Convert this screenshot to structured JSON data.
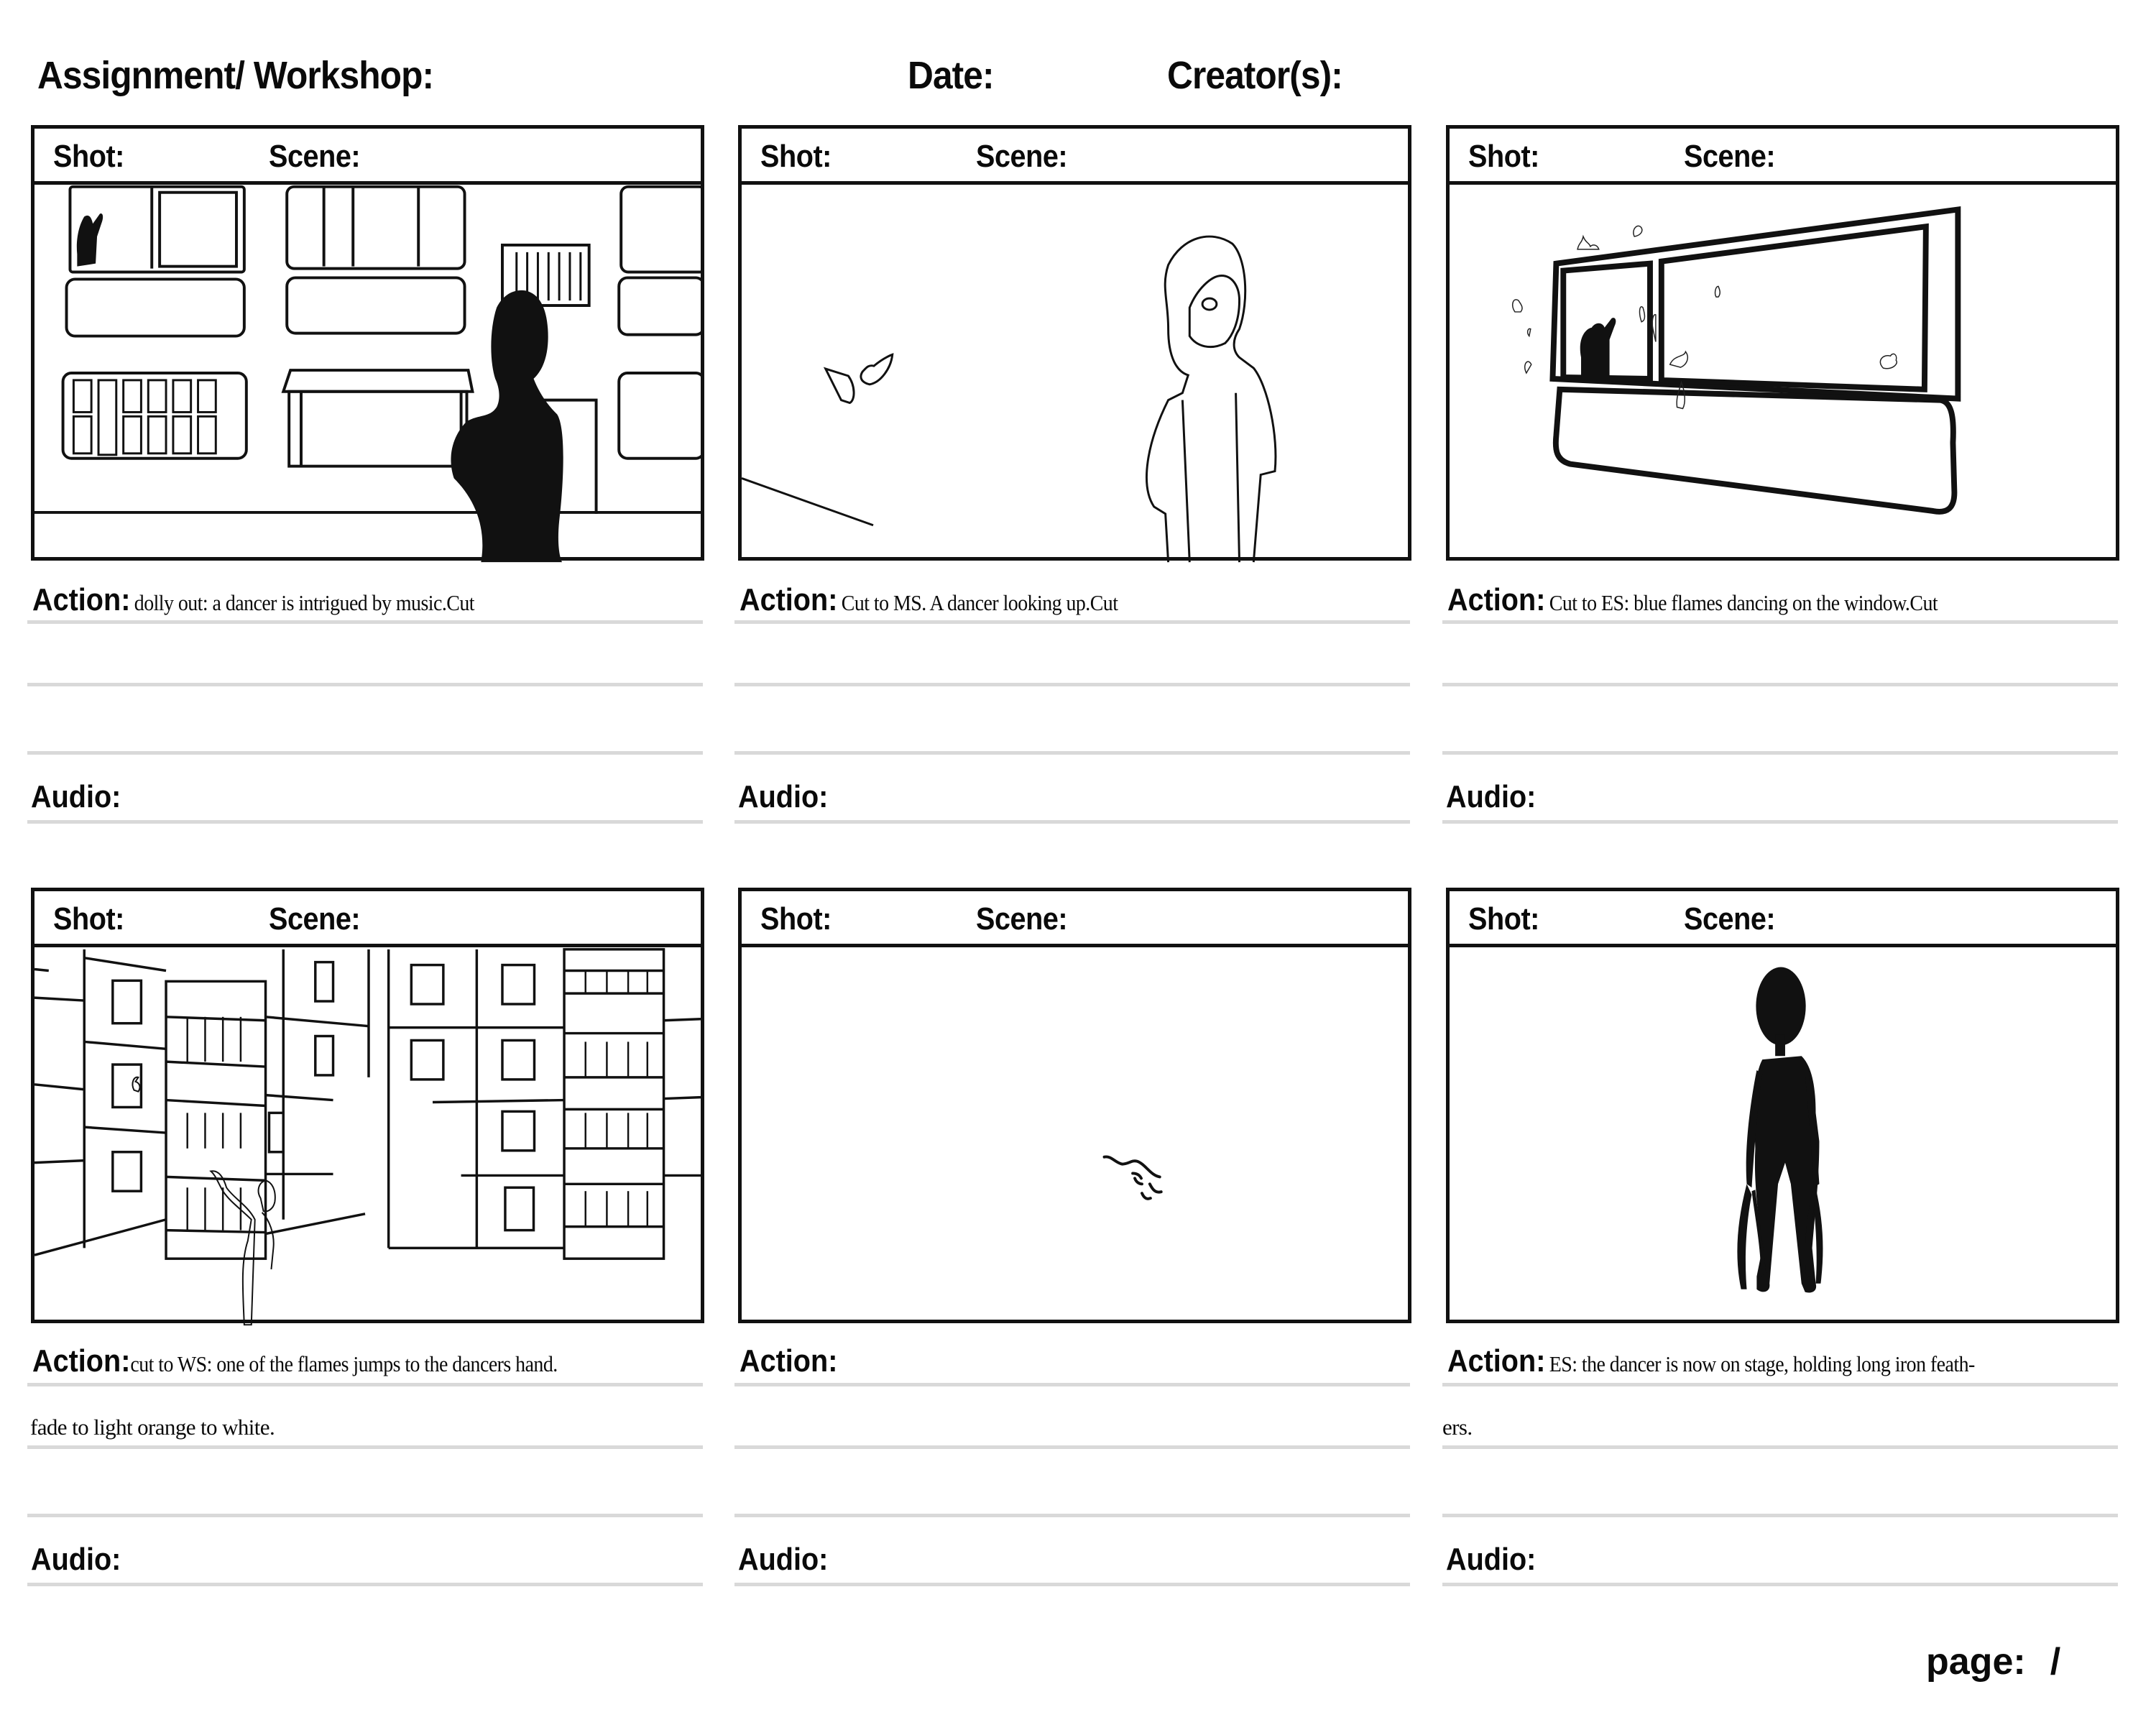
{
  "header": {
    "assignment_label": "Assignment/ Workshop:",
    "date_label": "Date:",
    "creators_label": "Creator(s):"
  },
  "panels": [
    {
      "shot_label": "Shot:",
      "scene_label": "Scene:",
      "illustration": "apartment-facade-with-dancer-silhouette",
      "action_label": "Action:",
      "action_text": "dolly out: a dancer is intrigued by music.Cut",
      "action_text_line2": "",
      "audio_label": "Audio:"
    },
    {
      "shot_label": "Shot:",
      "scene_label": "Scene:",
      "illustration": "dancer-with-backpack-and-birds",
      "action_label": "Action:",
      "action_text": "Cut to MS. A dancer looking up.Cut",
      "action_text_line2": "",
      "audio_label": "Audio:"
    },
    {
      "shot_label": "Shot:",
      "scene_label": "Scene:",
      "illustration": "window-with-blue-flames",
      "action_label": "Action:",
      "action_text": "Cut to ES: blue flames dancing on the window.Cut",
      "action_text_line2": "",
      "audio_label": "Audio:"
    },
    {
      "shot_label": "Shot:",
      "scene_label": "Scene:",
      "illustration": "courtyard-buildings-dancer-reaching",
      "action_label": "Action:",
      "action_text": "cut to WS: one of the flames jumps to the dancers hand.",
      "action_text_line2": "fade to light orange to white.",
      "audio_label": "Audio:"
    },
    {
      "shot_label": "Shot:",
      "scene_label": "Scene:",
      "illustration": "small-wind-strokes",
      "action_label": "Action:",
      "action_text": "",
      "action_text_line2": "",
      "audio_label": "Audio:"
    },
    {
      "shot_label": "Shot:",
      "scene_label": "Scene:",
      "illustration": "dancer-silhouette-holding-iron-feathers",
      "action_label": "Action:",
      "action_text": "ES: the dancer is now on stage, holding long iron feath-",
      "action_text_line2": "ers.",
      "audio_label": "Audio:"
    }
  ],
  "footer": {
    "page_label": "page:",
    "page_separator": "/"
  },
  "colors": {
    "ink": "#0a0a0a",
    "rule": "#d9d9d9",
    "paper": "#ffffff"
  }
}
